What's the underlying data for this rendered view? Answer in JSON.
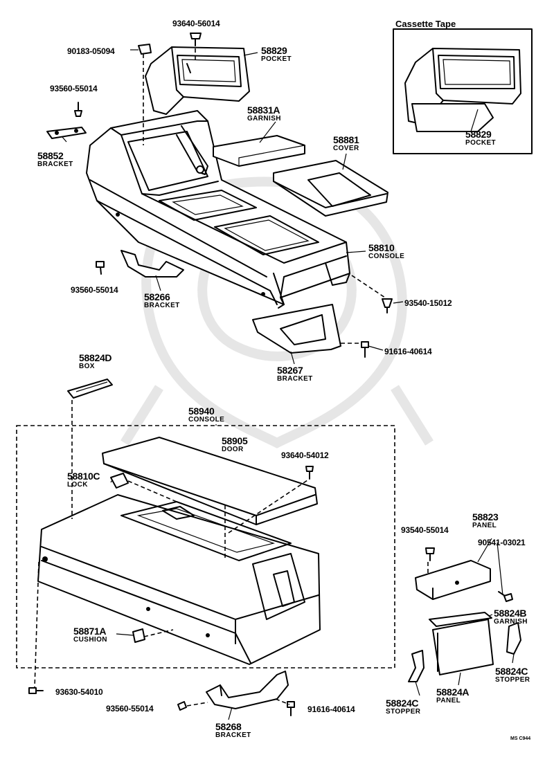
{
  "inset": {
    "title": "Cassette Tape"
  },
  "drawing_code": "MS C944",
  "parts": [
    {
      "id": "p1",
      "number": "93640-56014",
      "name": ""
    },
    {
      "id": "p2",
      "number": "90183-05094",
      "name": ""
    },
    {
      "id": "p3",
      "number": "58829",
      "name": "POCKET"
    },
    {
      "id": "p4",
      "number": "93560-55014",
      "name": ""
    },
    {
      "id": "p5",
      "number": "58831A",
      "name": "GARNISH"
    },
    {
      "id": "p6",
      "number": "58881",
      "name": "COVER"
    },
    {
      "id": "p7",
      "number": "58852",
      "name": "BRACKET"
    },
    {
      "id": "p8",
      "number": "58810",
      "name": "CONSOLE"
    },
    {
      "id": "p9",
      "number": "93560-55014",
      "name": ""
    },
    {
      "id": "p10",
      "number": "58266",
      "name": "BRACKET"
    },
    {
      "id": "p11",
      "number": "93540-15012",
      "name": ""
    },
    {
      "id": "p12",
      "number": "91616-40614",
      "name": ""
    },
    {
      "id": "p13",
      "number": "58267",
      "name": "BRACKET"
    },
    {
      "id": "p14",
      "number": "58824D",
      "name": "BOX"
    },
    {
      "id": "p15",
      "number": "58940",
      "name": "CONSOLE"
    },
    {
      "id": "p16",
      "number": "58905",
      "name": "DOOR"
    },
    {
      "id": "p17",
      "number": "93640-54012",
      "name": ""
    },
    {
      "id": "p18",
      "number": "58810C",
      "name": "LOCK"
    },
    {
      "id": "p19",
      "number": "58823",
      "name": "PANEL"
    },
    {
      "id": "p20",
      "number": "93540-55014",
      "name": ""
    },
    {
      "id": "p21",
      "number": "90541-03021",
      "name": ""
    },
    {
      "id": "p22",
      "number": "58824B",
      "name": "GARNISH"
    },
    {
      "id": "p23",
      "number": "58871A",
      "name": "CUSHION"
    },
    {
      "id": "p24",
      "number": "58824C",
      "name": "STOPPER"
    },
    {
      "id": "p25",
      "number": "93630-54010",
      "name": ""
    },
    {
      "id": "p26",
      "number": "93560-55014",
      "name": ""
    },
    {
      "id": "p27",
      "number": "91616-40614",
      "name": ""
    },
    {
      "id": "p28",
      "number": "58268",
      "name": "BRACKET"
    },
    {
      "id": "p29",
      "number": "58824C",
      "name": "STOPPER"
    },
    {
      "id": "p30",
      "number": "58824A",
      "name": "PANEL"
    },
    {
      "id": "p31",
      "number": "58829",
      "name": "POCKET"
    }
  ]
}
